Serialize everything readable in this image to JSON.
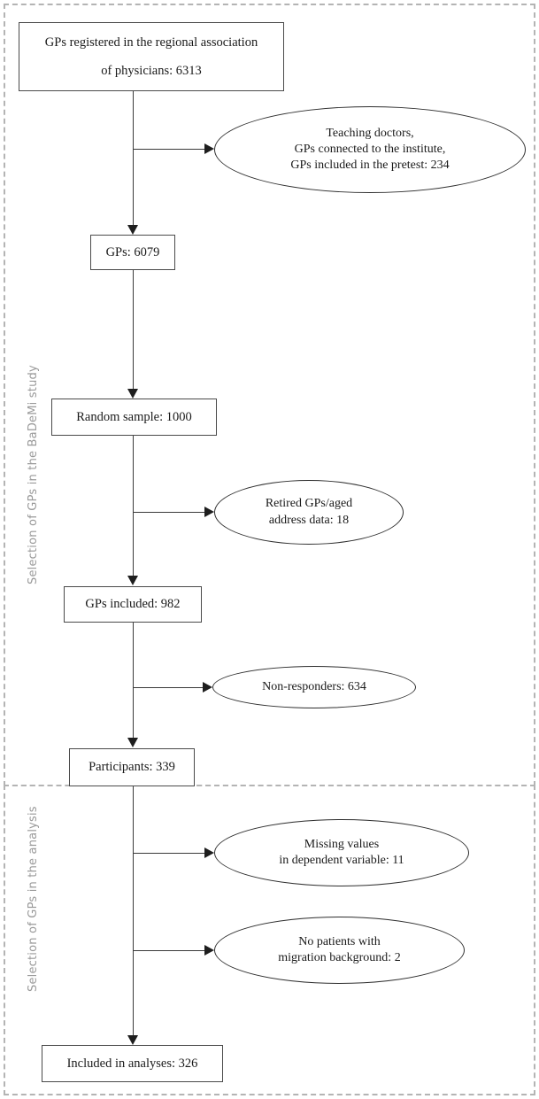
{
  "figure": {
    "type": "flowchart",
    "title": "Selection of GPs flow diagram"
  },
  "sections": [
    {
      "id": "study",
      "label": "Selection of GPs in the BaDeMi study"
    },
    {
      "id": "analysis",
      "label": "Selection of GPs in the analysis"
    }
  ],
  "nodes": {
    "registered": {
      "shape": "box",
      "line1": "GPs registered in the regional association",
      "line2": "of physicians: 6313",
      "value": 6313
    },
    "excluded_teaching": {
      "shape": "ellipse",
      "line1": "Teaching   doctors,",
      "line2": "GPs connected to the institute,",
      "line3": "GPs included in the pretest: 234",
      "value": 234
    },
    "gps": {
      "shape": "box",
      "line1": "GPs: 6079",
      "value": 6079
    },
    "random_sample": {
      "shape": "box",
      "line1": "Random sample: 1000",
      "value": 1000
    },
    "excluded_retired": {
      "shape": "ellipse",
      "line1": "Retired GPs/aged",
      "line2": "address data: 18",
      "value": 18
    },
    "gps_included": {
      "shape": "box",
      "line1": "GPs included: 982",
      "value": 982
    },
    "excluded_nonresponders": {
      "shape": "ellipse",
      "line1": "Non-responders: 634",
      "value": 634
    },
    "participants": {
      "shape": "box",
      "line1": "Participants: 339",
      "value": 339
    },
    "excluded_missing": {
      "shape": "ellipse",
      "line1": "Missing values",
      "line2": "in dependent variable: 11",
      "value": 11
    },
    "excluded_nomigration": {
      "shape": "ellipse",
      "line1": "No patients with",
      "line2": "migration background: 2",
      "value": 2
    },
    "included_analyses": {
      "shape": "box",
      "line1": "Included in analyses: 326",
      "value": 326
    }
  },
  "colors": {
    "box_border": "#4a4a4a",
    "ellipse_border": "#2e2e2e",
    "connector": "#3a3a3a",
    "section_border": "#b4b4b4",
    "section_label": "#9a9a9a",
    "text": "#1a1a1a",
    "background": "#ffffff"
  }
}
